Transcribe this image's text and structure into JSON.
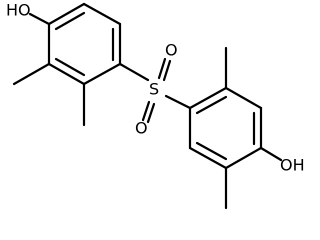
{
  "molecule": {
    "atoms": {
      "hydroxyl_top_left": "HO",
      "sulfur": "S",
      "oxygen_upper": "O",
      "oxygen_lower": "O",
      "hydroxyl_bottom_right": "OH"
    }
  },
  "colors": {
    "background": "#ffffff",
    "bond": "#000000",
    "text": "#000000"
  }
}
